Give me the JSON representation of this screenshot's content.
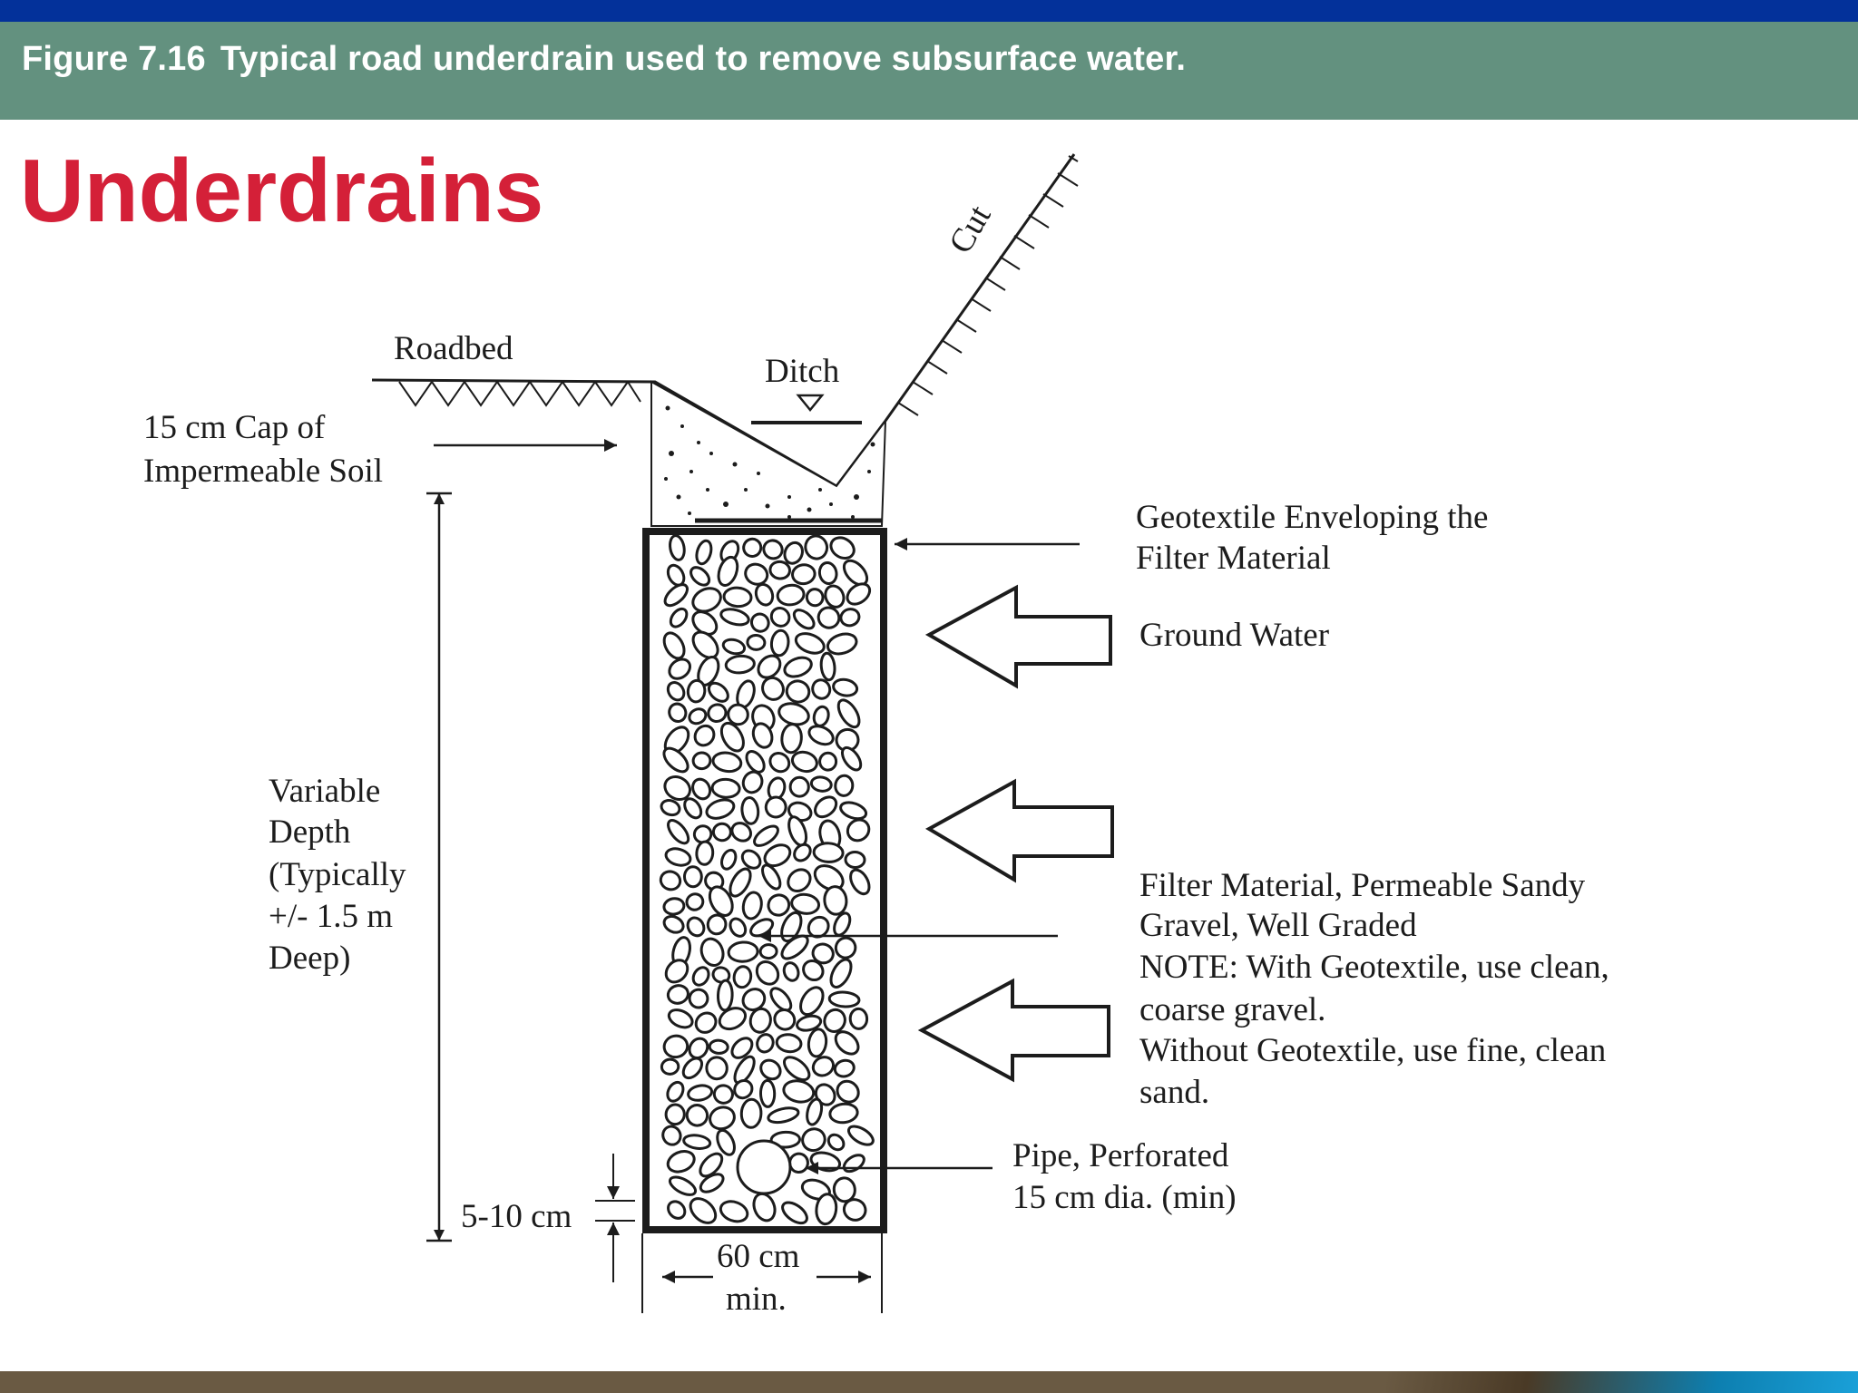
{
  "header": {
    "figure_number": "Figure 7.16",
    "figure_caption": "Typical road underdrain used to remove subsurface water."
  },
  "slide": {
    "title": "Underdrains"
  },
  "diagram": {
    "labels": {
      "cut": "Cut",
      "roadbed": "Roadbed",
      "ditch": "Ditch",
      "cap_line1": "15 cm Cap of",
      "cap_line2": "Impermeable Soil",
      "geo_line1": "Geotextile Enveloping the",
      "geo_line2": "Filter Material",
      "ground_water": "Ground Water",
      "depth_line1": "Variable",
      "depth_line2": "Depth",
      "depth_line3": "(Typically",
      "depth_line4": "+/- 1.5 m",
      "depth_line5": "Deep)",
      "filter_line1": "Filter Material, Permeable Sandy",
      "filter_line2": "Gravel, Well Graded",
      "filter_line3": "NOTE: With Geotextile, use clean,",
      "filter_line4": "coarse gravel.",
      "filter_line5": "Without Geotextile, use fine, clean",
      "filter_line6": "sand.",
      "pipe_line1": "Pipe, Perforated",
      "pipe_line2": "15 cm dia. (min)",
      "bedding": "5-10 cm",
      "width_line1": "60 cm",
      "width_line2": "min."
    }
  },
  "colors": {
    "top_bar": "#03319a",
    "figure_bar": "#63917f",
    "title": "#d42038",
    "footer": "#6a5a43",
    "footer_accent": "#1aa0d8"
  }
}
